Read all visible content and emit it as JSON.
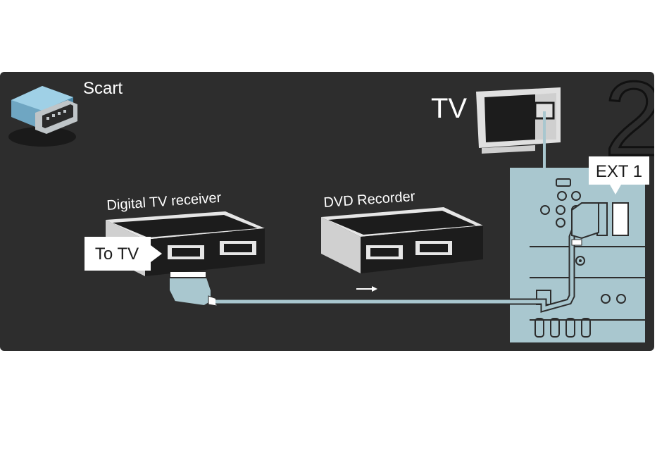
{
  "header": {
    "connector_icon": "scart-plug-icon",
    "connector_label": "Scart",
    "step_number": "2"
  },
  "devices": {
    "tv_label": "TV",
    "receiver_label": "Digital TV receiver",
    "recorder_label": "DVD Recorder"
  },
  "callouts": {
    "to_tv": "To TV",
    "ext1": "EXT 1"
  },
  "icons": [
    "scart-plug-icon",
    "tv-icon",
    "arrow-right-icon"
  ],
  "colors": {
    "background": "#2d2d2d",
    "device": "#1c1c1c",
    "cable": "#a9c7cf",
    "tv_back_panel": "#a9c7cf",
    "callout_bg": "#ffffff",
    "text": "#ffffff"
  }
}
